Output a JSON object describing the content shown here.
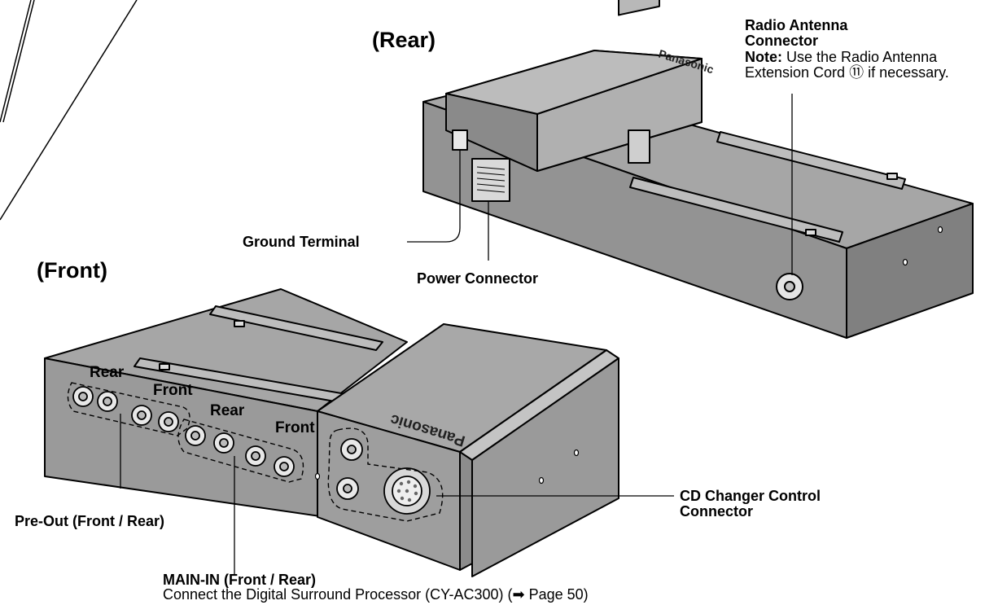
{
  "titles": {
    "rear": "(Rear)",
    "front": "(Front)"
  },
  "brand": "Panasonic",
  "rear_callouts": {
    "antenna_title_1": "Radio Antenna",
    "antenna_title_2": "Connector",
    "antenna_note_label": "Note:",
    "antenna_note_1": " Use the Radio Antenna",
    "antenna_note_2": "Extension Cord ⑪ if necessary.",
    "ground_terminal": "Ground Terminal",
    "power_connector": "Power Connector"
  },
  "front_callouts": {
    "pre_out": "Pre-Out (Front / Rear)",
    "main_in": "MAIN-IN (Front / Rear)",
    "main_in_note": "Connect the Digital Surround Processor (CY-AC300)  (➡ Page 50)",
    "cd_changer_1": "CD Changer Control",
    "cd_changer_2": "Connector"
  },
  "port_labels": {
    "rear_1": "Rear",
    "front_1": "Front",
    "rear_2": "Rear",
    "front_2": "Front"
  },
  "colors": {
    "body": "#999999",
    "body_light": "#b3b3b3",
    "body_dark": "#7f7f7f",
    "line": "#000000"
  }
}
